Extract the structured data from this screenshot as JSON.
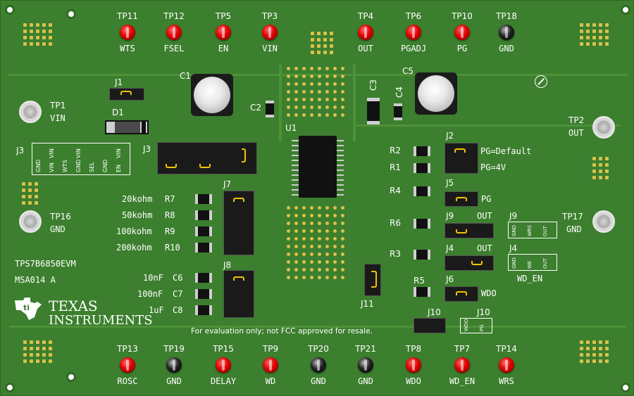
{
  "board": {
    "top_test_points": [
      {
        "ref": "TP11",
        "net": "WTS",
        "color": "red"
      },
      {
        "ref": "TP12",
        "net": "FSEL",
        "color": "red"
      },
      {
        "ref": "TP5",
        "net": "EN",
        "color": "red"
      },
      {
        "ref": "TP3",
        "net": "VIN",
        "color": "red"
      },
      {
        "ref": "TP4",
        "net": "OUT",
        "color": "red"
      },
      {
        "ref": "TP6",
        "net": "PGADJ",
        "color": "red"
      },
      {
        "ref": "TP10",
        "net": "PG",
        "color": "red"
      },
      {
        "ref": "TP18",
        "net": "GND",
        "color": "black"
      }
    ],
    "bottom_test_points": [
      {
        "ref": "TP13",
        "net": "ROSC",
        "color": "red"
      },
      {
        "ref": "TP19",
        "net": "GND",
        "color": "black"
      },
      {
        "ref": "TP15",
        "net": "DELAY",
        "color": "red"
      },
      {
        "ref": "TP9",
        "net": "WD",
        "color": "red"
      },
      {
        "ref": "TP20",
        "net": "GND",
        "color": "black"
      },
      {
        "ref": "TP21",
        "net": "GND",
        "color": "black"
      },
      {
        "ref": "TP8",
        "net": "WDO",
        "color": "red"
      },
      {
        "ref": "TP7",
        "net": "WD_EN",
        "color": "red"
      },
      {
        "ref": "TP14",
        "net": "WRS",
        "color": "red"
      }
    ],
    "side_test_points": {
      "tp1": {
        "ref": "TP1",
        "net": "VIN"
      },
      "tp16": {
        "ref": "TP16",
        "net": "GND"
      },
      "tp2": {
        "ref": "TP2",
        "net": "OUT"
      },
      "tp17": {
        "ref": "TP17",
        "net": "GND"
      }
    },
    "refs": {
      "j1": "J1",
      "d1": "D1",
      "j3": "J3",
      "j3b": "J3",
      "c1": "C1",
      "c2": "C2",
      "c3": "C3",
      "c4": "C4",
      "c5": "C5",
      "u1": "U1",
      "j7": "J7",
      "j8": "J8",
      "j11": "J11",
      "j2": "J2",
      "j5": "J5",
      "j9": "J9",
      "j9b": "J9",
      "j4": "J4",
      "j4b": "J4",
      "j6": "J6",
      "j10": "J10",
      "j10b": "J10",
      "r1": "R1",
      "r2": "R2",
      "r3": "R3",
      "r4": "R4",
      "r5": "R5",
      "r6": "R6"
    },
    "resistor_labels": [
      {
        "value": "20kohm",
        "ref": "R7"
      },
      {
        "value": "50kohm",
        "ref": "R8"
      },
      {
        "value": "100kohm",
        "ref": "R9"
      },
      {
        "value": "200kohm",
        "ref": "R10"
      }
    ],
    "cap_labels": [
      {
        "value": "10nF",
        "ref": "C6"
      },
      {
        "value": "100nF",
        "ref": "C7"
      },
      {
        "value": "1uF",
        "ref": "C8"
      }
    ],
    "j3_pins": [
      "GND",
      "VIN",
      "WTS",
      "GND",
      "SEL",
      "GND",
      "EN"
    ],
    "j3_top_pins": [
      "",
      "VIN",
      "",
      "VIN",
      "",
      "",
      "VIN"
    ],
    "j9_pins": [
      "GND",
      "WRS",
      "OUT"
    ],
    "j4_pins": [
      "GND",
      "WE",
      "OUT"
    ],
    "j10_pins": [
      "WDO",
      "PG"
    ],
    "labels": {
      "pg_default": "PG=Default",
      "pg_4v": "PG=4V",
      "pg": "PG",
      "out_j9": "OUT",
      "out_j4": "OUT",
      "wdo": "WDO",
      "wd_en": "WD_EN",
      "board_name": "TPS7B6850EVM",
      "assembly": "MSA014 A",
      "fcc": "For evaluation only; not FCC approved for resale.",
      "ti_line1": "TEXAS",
      "ti_line2": "INSTRUMENTS"
    },
    "colors": {
      "pcb": "#3c7f2e",
      "silkscreen": "#ffffff",
      "jumper": "#f2c400",
      "pad": "#d8c24a",
      "tp_red": "#e00000",
      "tp_black": "#222222"
    }
  }
}
